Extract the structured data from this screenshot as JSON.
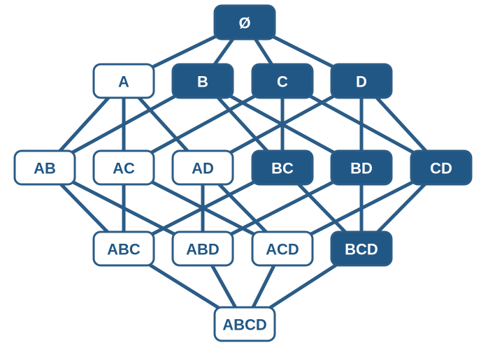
{
  "colors": {
    "accent": "#215785",
    "edge": "#2b5c87",
    "background": "#ffffff"
  },
  "lattice": {
    "rows": [
      [
        "Ø"
      ],
      [
        "A",
        "B",
        "C",
        "D"
      ],
      [
        "AB",
        "AC",
        "AD",
        "BC",
        "BD",
        "CD"
      ],
      [
        "ABC",
        "ABD",
        "ACD",
        "BCD"
      ],
      [
        "ABCD"
      ]
    ],
    "highlighted": [
      "Ø",
      "B",
      "C",
      "D",
      "BC",
      "BD",
      "CD",
      "BCD"
    ],
    "edges": [
      [
        "Ø",
        "A"
      ],
      [
        "Ø",
        "B"
      ],
      [
        "Ø",
        "C"
      ],
      [
        "Ø",
        "D"
      ],
      [
        "A",
        "AB"
      ],
      [
        "A",
        "AC"
      ],
      [
        "A",
        "AD"
      ],
      [
        "B",
        "AB"
      ],
      [
        "B",
        "BC"
      ],
      [
        "B",
        "BD"
      ],
      [
        "C",
        "AC"
      ],
      [
        "C",
        "BC"
      ],
      [
        "C",
        "CD"
      ],
      [
        "D",
        "AD"
      ],
      [
        "D",
        "BD"
      ],
      [
        "D",
        "CD"
      ],
      [
        "AB",
        "ABC"
      ],
      [
        "AB",
        "ABD"
      ],
      [
        "AC",
        "ABC"
      ],
      [
        "AC",
        "ACD"
      ],
      [
        "AD",
        "ABD"
      ],
      [
        "AD",
        "ACD"
      ],
      [
        "BC",
        "ABC"
      ],
      [
        "BC",
        "BCD"
      ],
      [
        "BD",
        "ABD"
      ],
      [
        "BD",
        "BCD"
      ],
      [
        "CD",
        "ACD"
      ],
      [
        "CD",
        "BCD"
      ],
      [
        "ABC",
        "ABCD"
      ],
      [
        "ABD",
        "ABCD"
      ],
      [
        "ACD",
        "ABCD"
      ],
      [
        "BCD",
        "ABCD"
      ]
    ]
  }
}
